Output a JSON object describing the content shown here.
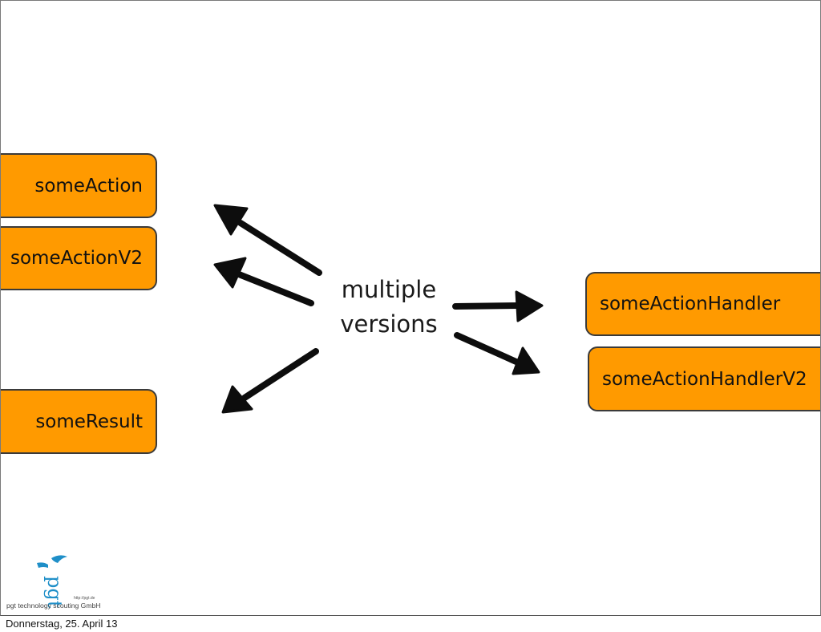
{
  "left_boxes": {
    "action": "someAction",
    "action_v2": "someActionV2",
    "result": "someResult"
  },
  "right_boxes": {
    "handler": "someActionHandler",
    "handler_v2": "someActionHandlerV2"
  },
  "center": {
    "line1": "multiple",
    "line2": "versions"
  },
  "logo": {
    "mark": "pgt",
    "company": "pgt technology scouting GmbH",
    "url": "http://pgt.de"
  },
  "footer": {
    "date": "Donnerstag, 25. April 13"
  },
  "colors": {
    "box_fill": "#ff9a00",
    "box_border": "#3a3a3a",
    "logo_blue": "#1f8fc8"
  }
}
